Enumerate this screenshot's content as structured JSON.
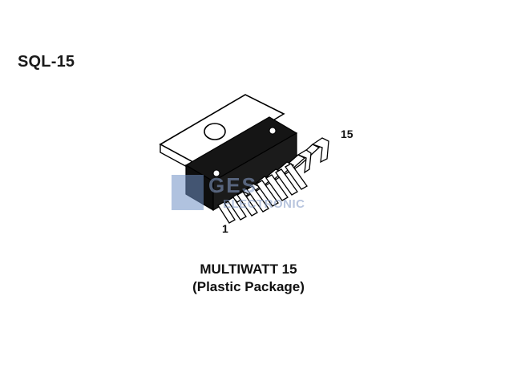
{
  "package_code": "SQL-15",
  "pin_labels": {
    "first": "1",
    "last": "15"
  },
  "caption": {
    "line1": "MULTIWATT 15",
    "line2": "(Plastic Package)"
  },
  "watermark": {
    "top_text": "GES",
    "bottom_text": "ELECTRONIC",
    "color": "#6f8fc4"
  },
  "colors": {
    "body": "#111111",
    "tab": "#ffffff",
    "outline": "#000000"
  }
}
